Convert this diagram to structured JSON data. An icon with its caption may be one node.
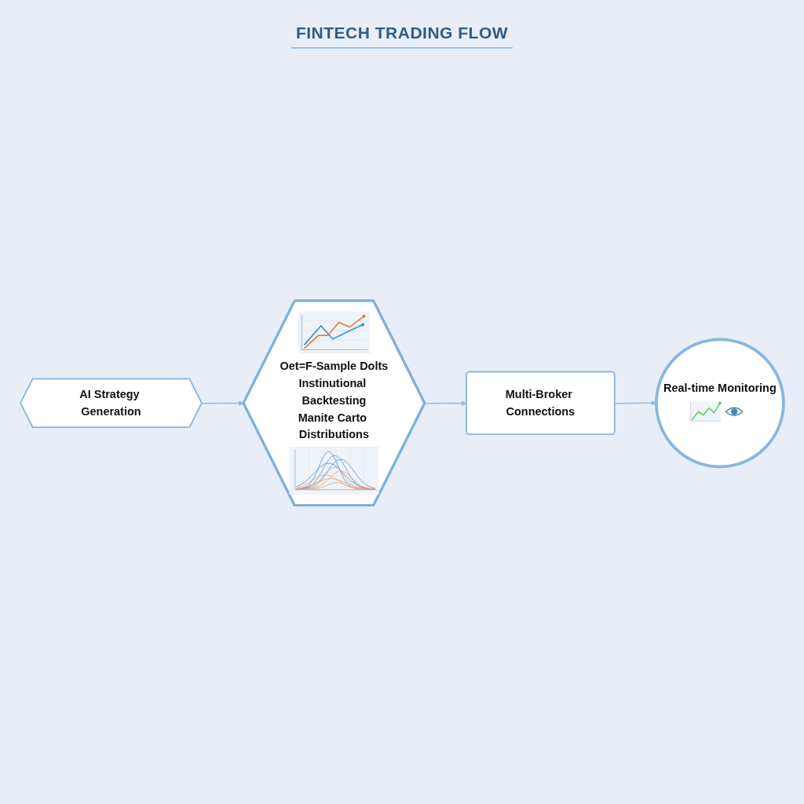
{
  "diagram": {
    "title": "FINTECH TRADING FLOW",
    "nodes": [
      {
        "text": [
          "AI Strategy Generation"
        ]
      },
      {
        "text": [
          "Oet=F-Sample Dolts",
          "Instinutional Backtesting",
          "Manite Carto Distributions"
        ]
      },
      {
        "text": [
          "Multi-Broker Connections"
        ]
      },
      {
        "text": [
          "Real-time Monitoring"
        ]
      }
    ],
    "edges": [
      {
        "from": 0,
        "to": 1,
        "arrow": "to"
      },
      {
        "from": 1,
        "to": 2,
        "arrow": "to"
      },
      {
        "from": 2,
        "to": 3,
        "arrow": "to"
      }
    ]
  }
}
